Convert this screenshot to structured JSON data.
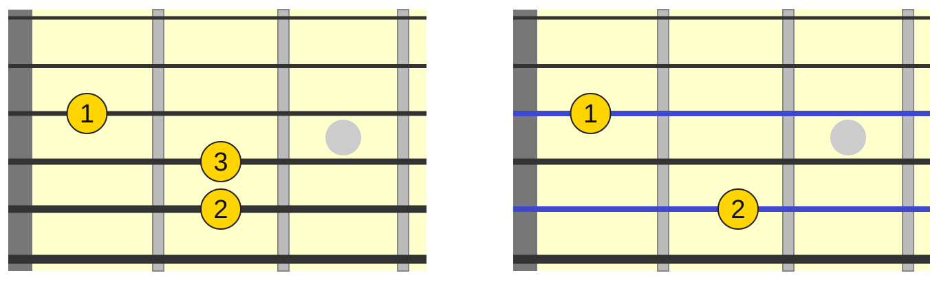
{
  "colors": {
    "board": "#ffffcc",
    "nut": "#777777",
    "fret_fill": "#bbbbbb",
    "fret_edge": "#888888",
    "string": "#333333",
    "highlight_string": "#3f48cc",
    "marker_fill": "#ffd500",
    "marker_stroke": "#222222",
    "inlay": "#cccccc"
  },
  "diagrams": [
    {
      "highlighted_strings": [],
      "inlay": {
        "fret": 3,
        "between_strings": [
          3,
          4
        ]
      },
      "markers": [
        {
          "label": "1",
          "string": 3,
          "fret": 1
        },
        {
          "label": "3",
          "string": 4,
          "fret": 2
        },
        {
          "label": "2",
          "string": 5,
          "fret": 2
        }
      ]
    },
    {
      "highlighted_strings": [
        3,
        5
      ],
      "inlay": {
        "fret": 3,
        "between_strings": [
          3,
          4
        ]
      },
      "markers": [
        {
          "label": "1",
          "string": 3,
          "fret": 1
        },
        {
          "label": "2",
          "string": 5,
          "fret": 2
        }
      ]
    }
  ]
}
